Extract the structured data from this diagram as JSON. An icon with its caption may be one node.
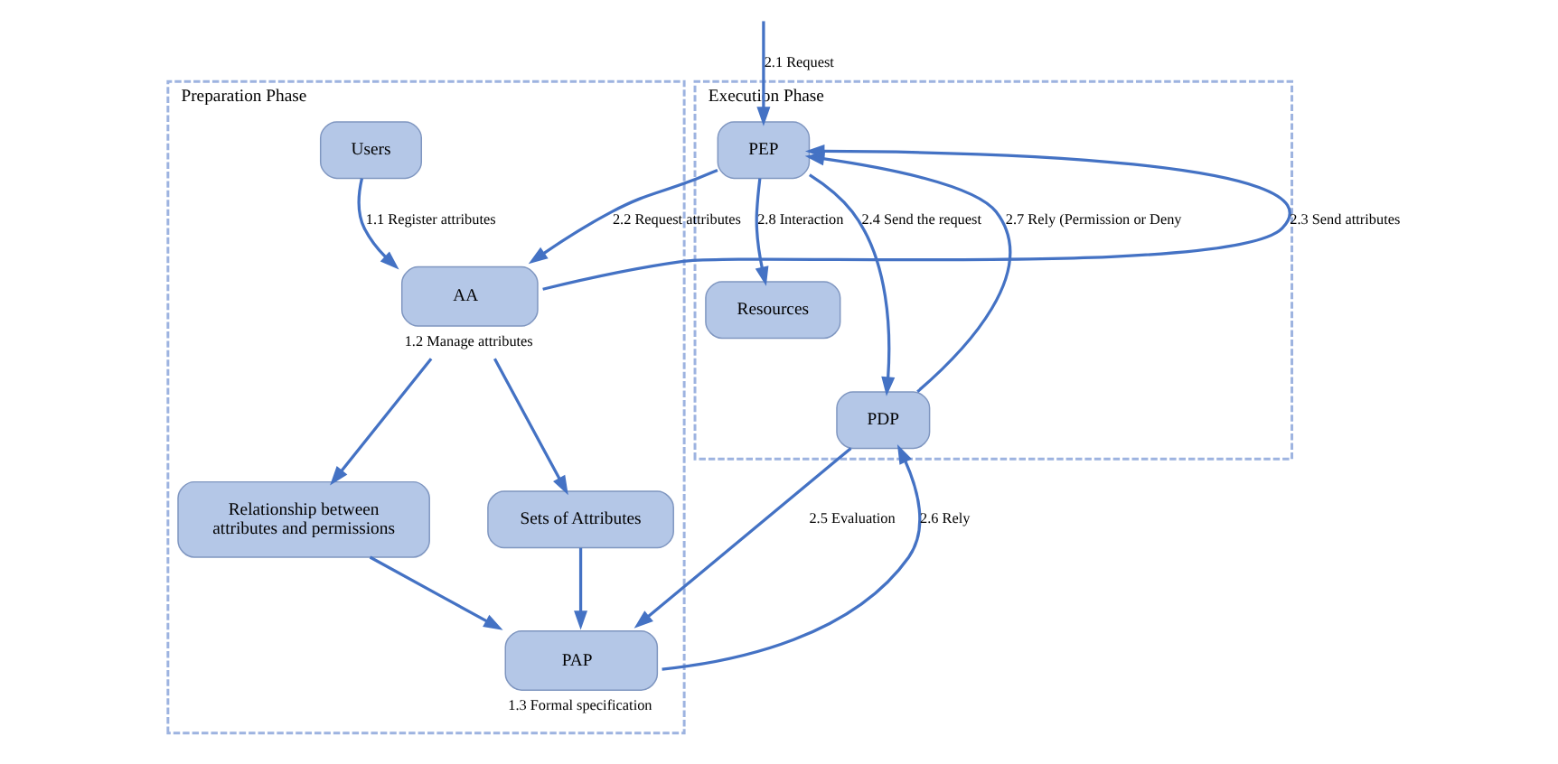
{
  "diagram": {
    "nodes": [
      {
        "text": [
          "Execution Phase"
        ]
      },
      {
        "text": [
          "Resources"
        ],
        "in": 0
      },
      {
        "text": [
          "PEP"
        ],
        "in": 0
      },
      {
        "text": [
          "PDP"
        ],
        "in": 0
      },
      {
        "text": [
          "Preparation Phase"
        ]
      },
      {
        "text": [
          "Users"
        ],
        "in": 4
      },
      {
        "text": [
          "AA"
        ],
        "in": 4,
        "beside": [
          "1.2 Manage attributes"
        ]
      },
      {
        "text": [
          "Relationship between attributes and permissions"
        ],
        "in": 4
      },
      {
        "text": [
          "Sets of Attributes"
        ],
        "in": 4
      },
      {
        "text": [
          "PAP"
        ],
        "in": 4,
        "beside": [
          "1.3 Formal specification"
        ]
      }
    ],
    "edges": [
      {
        "from": null,
        "to": 2,
        "arrow": "to",
        "label": "2.1 Request"
      },
      {
        "from": 2,
        "to": 1,
        "arrow": "to",
        "label": "2.8 Interaction"
      },
      {
        "from": 2,
        "to": 3,
        "arrow": "to",
        "label": "2.4 Send the request"
      },
      {
        "from": 3,
        "to": 2,
        "arrow": "to",
        "label": "2.7 Rely (Permission or Deny"
      },
      {
        "from": 2,
        "to": 6,
        "arrow": "to",
        "label": "2.2 Request attributes"
      },
      {
        "from": 6,
        "to": 2,
        "arrow": "to",
        "label": "2.3 Send attributes"
      },
      {
        "from": 3,
        "to": 9,
        "arrow": "to",
        "label": "2.5 Evaluation"
      },
      {
        "from": 9,
        "to": 3,
        "arrow": "to",
        "label": "2.6 Rely"
      },
      {
        "from": 5,
        "to": 6,
        "arrow": "to",
        "label": "1.1 Register attributes"
      },
      {
        "from": 6,
        "to": 7,
        "arrow": "to"
      },
      {
        "from": 6,
        "to": 8,
        "arrow": "to"
      },
      {
        "from": 7,
        "to": 9,
        "arrow": "to"
      },
      {
        "from": 8,
        "to": 9,
        "arrow": "to"
      }
    ]
  }
}
